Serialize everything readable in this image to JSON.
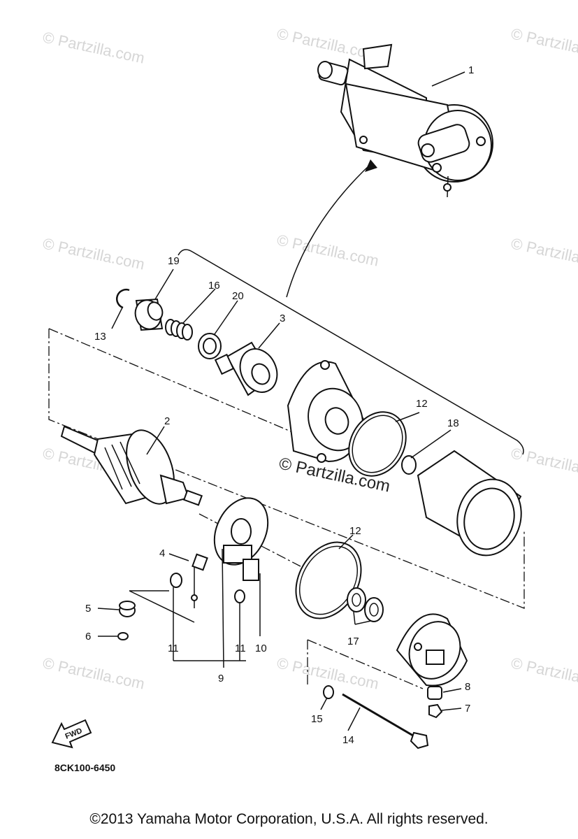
{
  "watermarks": [
    "© Partzilla.com",
    "© Partzilla.com",
    "© Partzilla.com",
    "© Partzilla.com",
    "© Partzilla.com",
    "© Partzilla.com",
    "© Partzilla.com",
    "© Partzilla.com",
    "© Partzilla.com",
    "© Partzilla.com",
    "© Partzilla.com"
  ],
  "diagram_code": "8CK100-6450",
  "fwd_label": "FWD",
  "copyright": "©2013 Yamaha Motor Corporation, U.S.A. All rights reserved.",
  "callouts": [
    {
      "id": "1",
      "label": "1"
    },
    {
      "id": "2",
      "label": "2"
    },
    {
      "id": "3",
      "label": "3"
    },
    {
      "id": "4",
      "label": "4"
    },
    {
      "id": "5",
      "label": "5"
    },
    {
      "id": "6",
      "label": "6"
    },
    {
      "id": "7",
      "label": "7"
    },
    {
      "id": "8",
      "label": "8"
    },
    {
      "id": "9",
      "label": "9"
    },
    {
      "id": "10",
      "label": "10"
    },
    {
      "id": "11a",
      "label": "11"
    },
    {
      "id": "11b",
      "label": "11"
    },
    {
      "id": "12a",
      "label": "12"
    },
    {
      "id": "12b",
      "label": "12"
    },
    {
      "id": "13",
      "label": "13"
    },
    {
      "id": "14",
      "label": "14"
    },
    {
      "id": "15",
      "label": "15"
    },
    {
      "id": "16",
      "label": "16"
    },
    {
      "id": "17",
      "label": "17"
    },
    {
      "id": "18",
      "label": "18"
    },
    {
      "id": "19",
      "label": "19"
    },
    {
      "id": "20",
      "label": "20"
    }
  ]
}
